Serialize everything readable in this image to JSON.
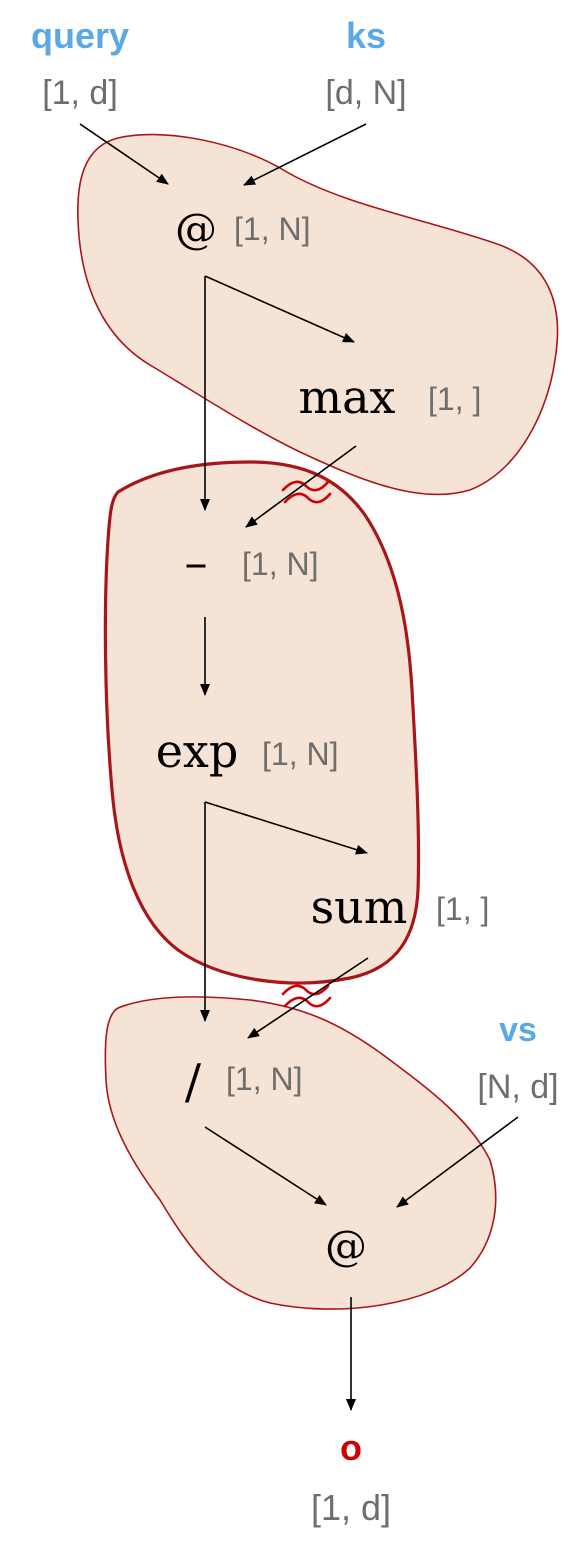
{
  "colors": {
    "input": "#5aa9e6",
    "output": "#d10000",
    "region_fill": "#f5e3d6",
    "region_stroke": "#a8161a",
    "shape_text": "#6e6e6e"
  },
  "inputs": {
    "query": {
      "name": "query",
      "shape": "[1, d]"
    },
    "ks": {
      "name": "ks",
      "shape": "[d, N]"
    },
    "vs": {
      "name": "vs",
      "shape": "[N, d]"
    }
  },
  "nodes": {
    "matmul1": {
      "op": "@",
      "shape": "[1, N]"
    },
    "max": {
      "op": "max",
      "shape": "[1, ]"
    },
    "sub": {
      "op": "–",
      "shape": "[1, N]"
    },
    "exp": {
      "op": "exp",
      "shape": "[1, N]"
    },
    "sum": {
      "op": "sum",
      "shape": "[1, ]"
    },
    "div": {
      "op": "/",
      "shape": "[1, N]"
    },
    "matmul2": {
      "op": "@",
      "shape": ""
    }
  },
  "output": {
    "name": "o",
    "shape": "[1, d]"
  }
}
